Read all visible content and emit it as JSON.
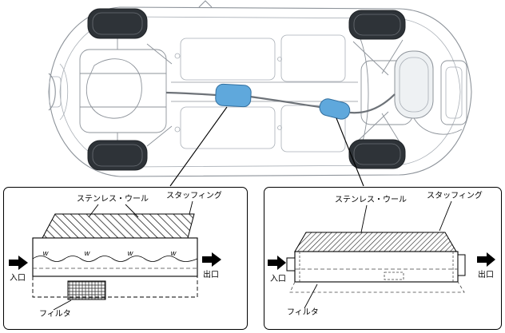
{
  "palette": {
    "accent_blue": "#5fa8dc",
    "line_gray": "#8d939a",
    "ink": "#000000"
  },
  "left_detail": {
    "stainless_wool_label": "ステンレス・ウール",
    "stuffing_label": "スタッフィング",
    "inlet_label": "入口",
    "outlet_label": "出口",
    "filter_label": "フィルタ",
    "weld_marks": [
      "w",
      "w",
      "w",
      "w"
    ]
  },
  "right_detail": {
    "stainless_wool_label": "ステンレス・ウール",
    "stuffing_label": "スタッフィング",
    "inlet_label": "入口",
    "outlet_label": "出口",
    "filter_label": "フィルタ"
  }
}
